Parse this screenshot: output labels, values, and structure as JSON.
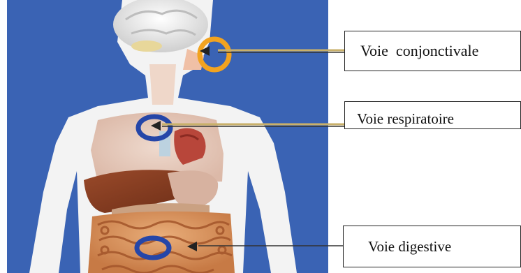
{
  "labels": {
    "conjunctival": "Voie  conjonctivale",
    "respiratory": "Voie respiratoire",
    "digestive": "Voie digestive"
  },
  "colors": {
    "background_blue": "#3a63b4",
    "body_white": "#f2f2f2",
    "conjunctival_ring": "#f2a320",
    "respiratory_ring": "#2546a8",
    "digestive_ring": "#2546a8",
    "arrow_line": "#c9b06a"
  },
  "icons": [
    "human-body-illustration",
    "brain",
    "liver",
    "stomach",
    "heart",
    "intestines"
  ]
}
